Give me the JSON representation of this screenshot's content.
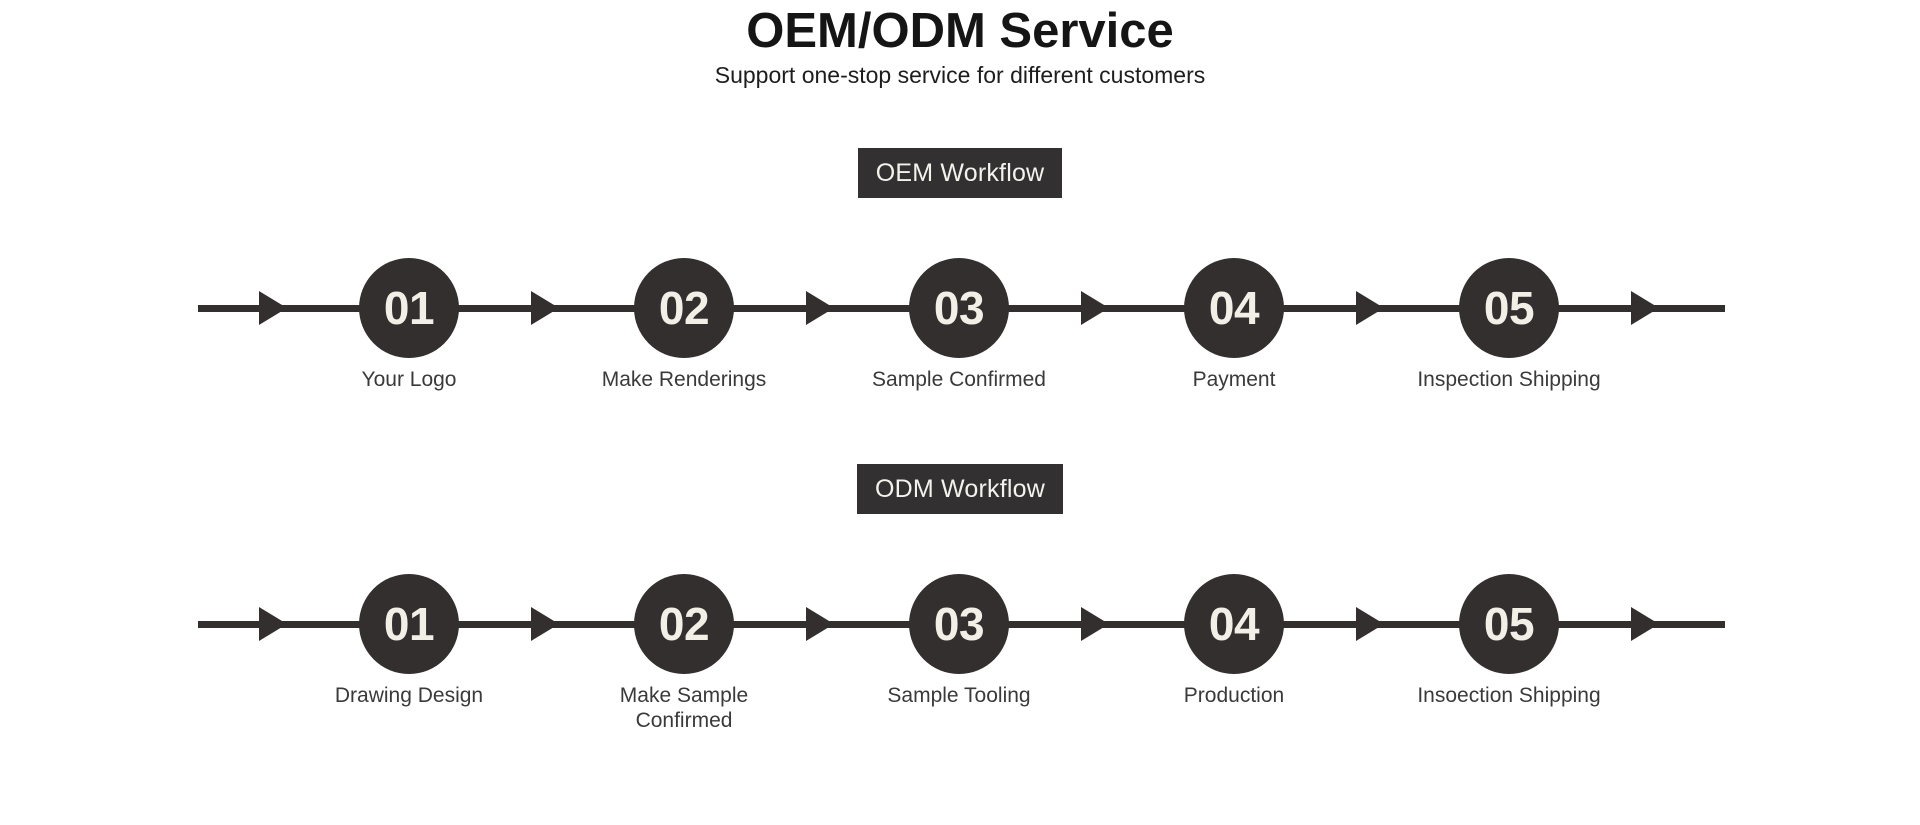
{
  "header": {
    "title": "OEM/ODM Service",
    "subtitle": "Support one-stop service for different customers"
  },
  "colors": {
    "background": "#ffffff",
    "node_fill": "#332F2E",
    "node_text": "#F2EFE7",
    "badge_fill": "#323030",
    "badge_text": "#f4f2ec",
    "line": "#332F2E",
    "label_text": "#3a3a3a",
    "title_text": "#151515"
  },
  "workflows": [
    {
      "id": "oem",
      "badge": "OEM Workflow",
      "steps": [
        {
          "number": "01",
          "label": "Your Logo"
        },
        {
          "number": "02",
          "label": "Make Renderings"
        },
        {
          "number": "03",
          "label": "Sample Confirmed"
        },
        {
          "number": "04",
          "label": "Payment"
        },
        {
          "number": "05",
          "label": "Inspection Shipping"
        }
      ]
    },
    {
      "id": "odm",
      "badge": "ODM Workflow",
      "steps": [
        {
          "number": "01",
          "label": "Drawing Design"
        },
        {
          "number": "02",
          "label": "Make Sample Confirmed"
        },
        {
          "number": "03",
          "label": "Sample Tooling"
        },
        {
          "number": "04",
          "label": "Production"
        },
        {
          "number": "05",
          "label": "Insoection Shipping"
        }
      ]
    }
  ]
}
